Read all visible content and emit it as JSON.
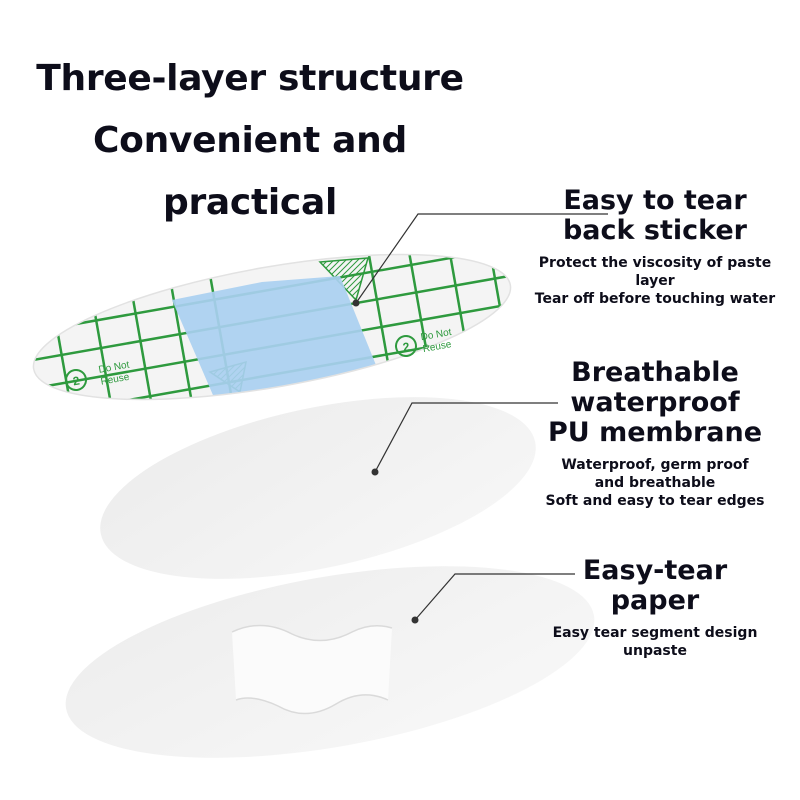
{
  "title": {
    "lines": [
      "Three-layer structure",
      "Convenient and",
      "practical"
    ]
  },
  "layers": [
    {
      "heading_lines": [
        "Easy to tear",
        "back sticker"
      ],
      "desc_lines": [
        "Protect the viscosity of paste",
        "layer",
        "Tear off before touching water"
      ]
    },
    {
      "heading_lines": [
        "Breathable",
        "waterproof",
        "PU membrane"
      ],
      "desc_lines": [
        "Waterproof, germ proof",
        "and breathable",
        "Soft and easy to tear edges"
      ]
    },
    {
      "heading_lines": [
        "Easy-tear",
        "paper"
      ],
      "desc_lines": [
        "Easy tear segment design",
        "unpaste"
      ]
    }
  ],
  "patch_print": {
    "number": "2",
    "text_lines": [
      "Do Not",
      "Reuse"
    ]
  },
  "colors": {
    "text": "#0d0d1a",
    "grid_green": "#2e9a3e",
    "pad_blue": "#a9cff0",
    "leader_line": "#333333"
  }
}
